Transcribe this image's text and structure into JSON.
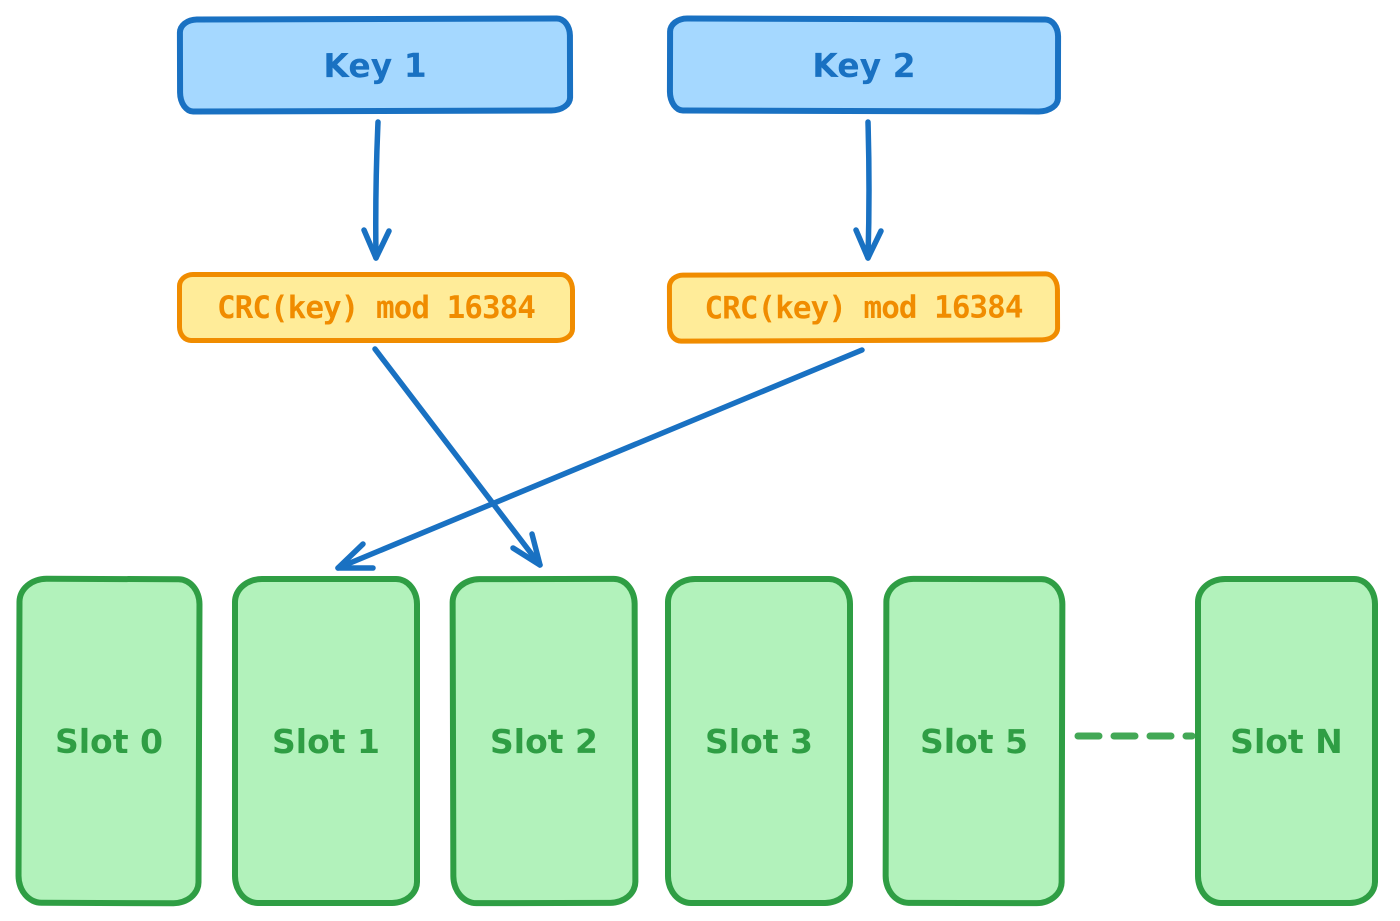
{
  "colors": {
    "blue_stroke": "#1971c2",
    "blue_fill": "#a5d8ff",
    "orange_stroke": "#f08c00",
    "orange_fill": "#ffec99",
    "green_stroke": "#2f9e44",
    "green_fill": "#b2f2bb",
    "arrow": "#1971c2",
    "background": "#ffffff"
  },
  "nodes": {
    "keys": [
      {
        "label": "Key 1"
      },
      {
        "label": "Key 2"
      }
    ],
    "hashes": [
      {
        "label": "CRC(key) mod 16384"
      },
      {
        "label": "CRC(key) mod 16384"
      }
    ],
    "slots": [
      {
        "label": "Slot 0"
      },
      {
        "label": "Slot 1"
      },
      {
        "label": "Slot 2"
      },
      {
        "label": "Slot 3"
      },
      {
        "label": "Slot 5"
      },
      {
        "label": "Slot N"
      }
    ]
  },
  "connections": [
    {
      "from": "key-1",
      "to": "hash-1",
      "style": "arrow"
    },
    {
      "from": "key-2",
      "to": "hash-2",
      "style": "arrow"
    },
    {
      "from": "hash-1",
      "to": "slot-2",
      "style": "arrow"
    },
    {
      "from": "hash-2",
      "to": "slot-1",
      "style": "arrow"
    },
    {
      "from": "slot-5",
      "to": "slot-n",
      "style": "dashed-ellipsis"
    }
  ]
}
